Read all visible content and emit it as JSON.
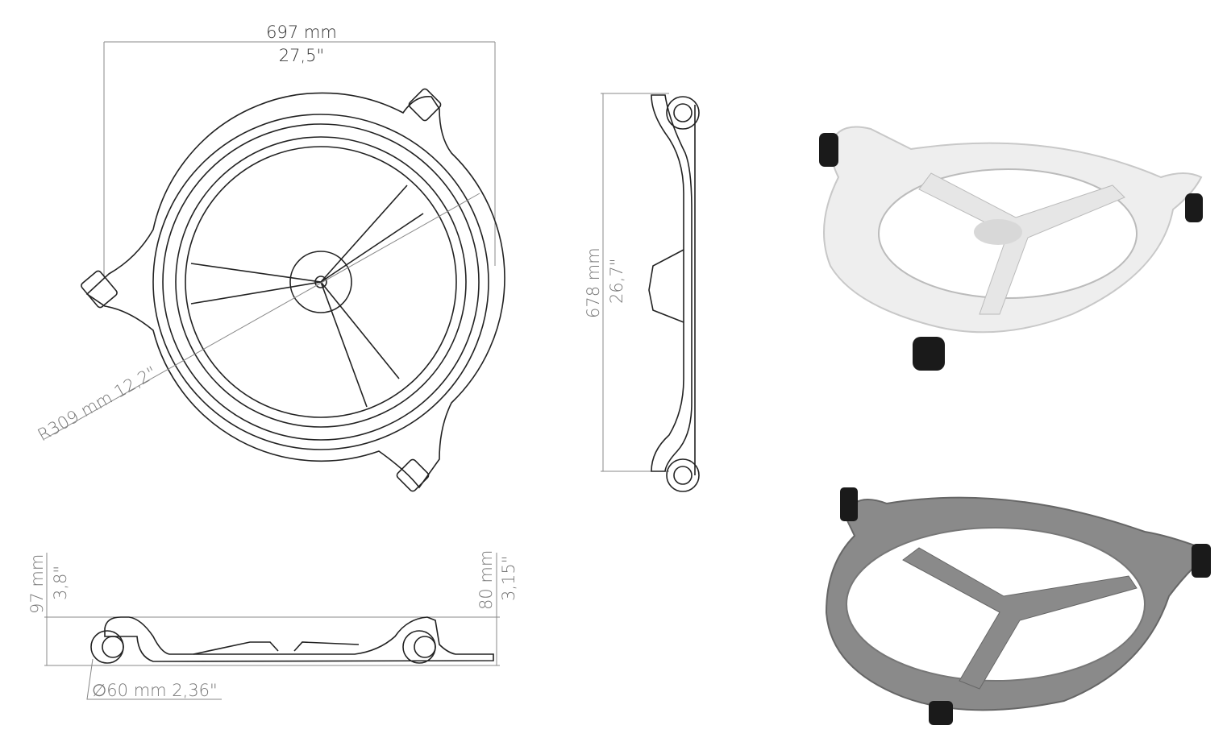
{
  "top_view": {
    "width_mm": "697 mm",
    "width_in": "27,5\"",
    "radius_label": "R309 mm 12,2\""
  },
  "side_view": {
    "depth_mm": "678 mm",
    "depth_in": "26,7\""
  },
  "front_view": {
    "height_max_mm": "97 mm",
    "height_max_in": "3,8\"",
    "height_rear_mm": "80 mm",
    "height_rear_in": "3,15\"",
    "wheel_diameter": "∅60 mm 2,36\""
  },
  "colors": {
    "line": "#222222",
    "dimension": "#777777",
    "render_solid": "#e8e8e8",
    "render_lattice": "#8a8a8a",
    "wheel": "#1a1a1a"
  }
}
